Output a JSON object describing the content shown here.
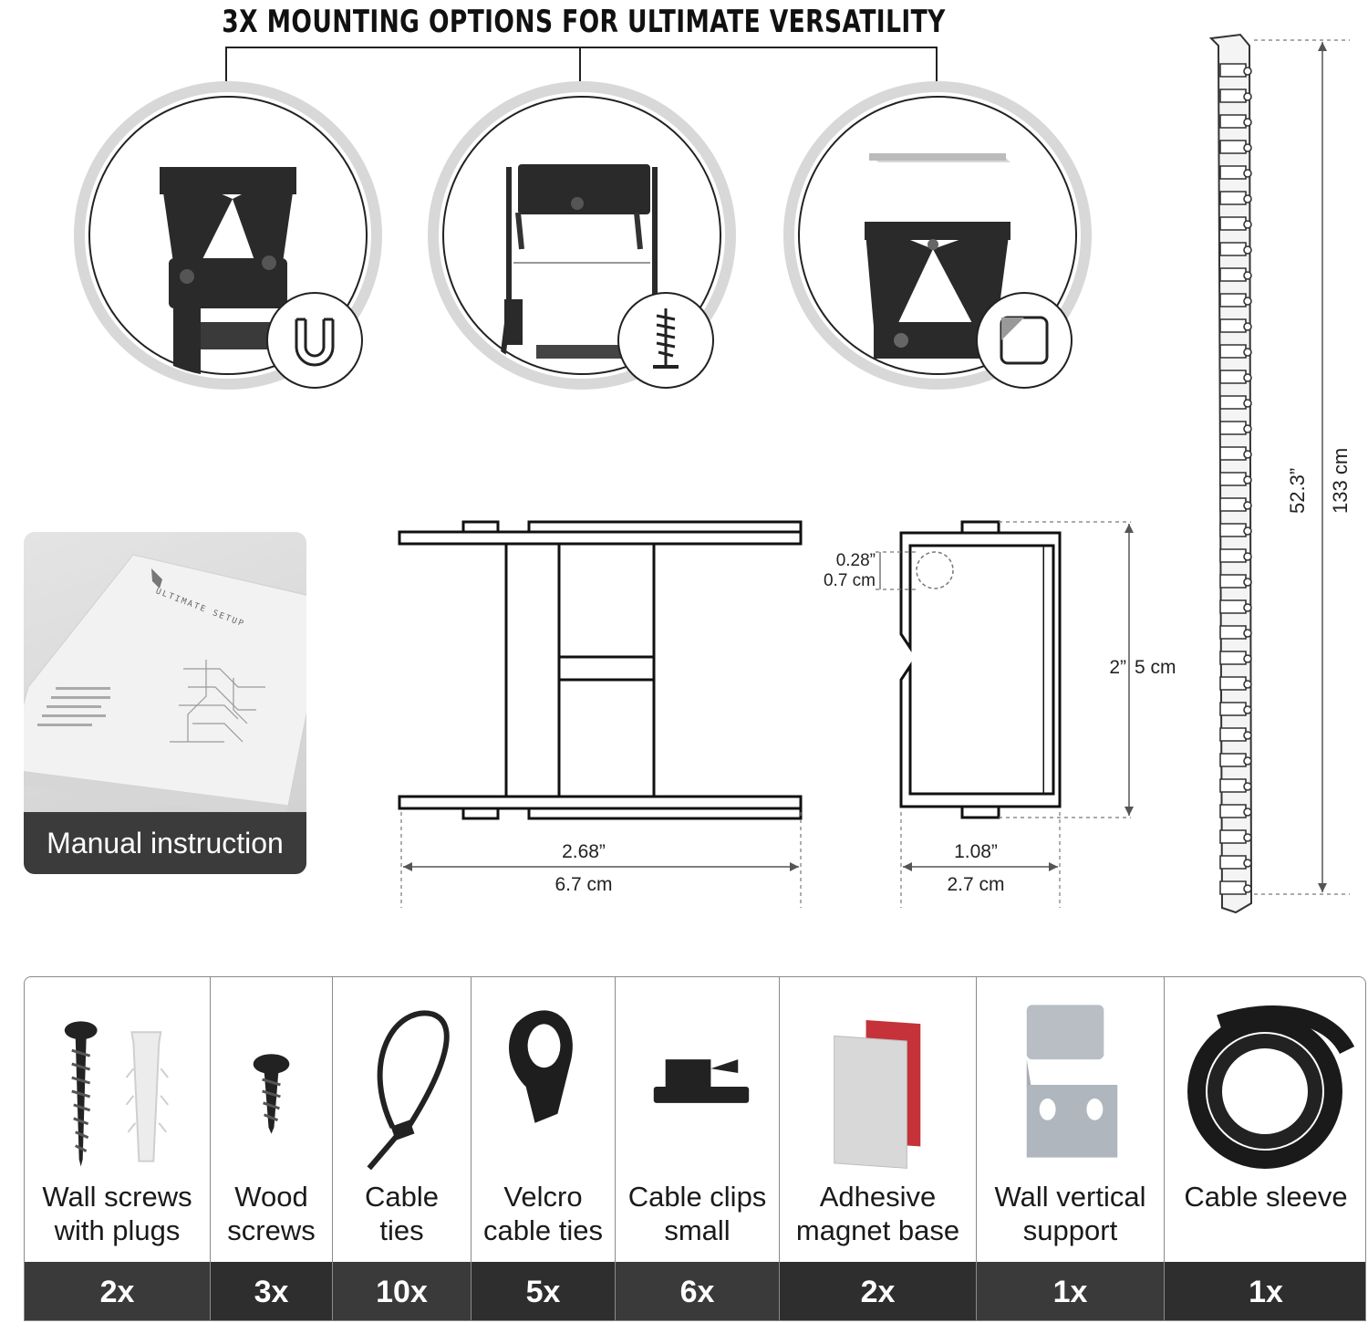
{
  "title": "3X MOUNTING OPTIONS FOR ULTIMATE VERSATILITY",
  "mounting_options": [
    {
      "name": "magnet-mount",
      "icon": "magnet-icon"
    },
    {
      "name": "screw-mount",
      "icon": "screw-icon"
    },
    {
      "name": "adhesive-mount",
      "icon": "adhesive-sticker-icon"
    }
  ],
  "manual": {
    "label": "Manual instruction",
    "brand": "ULTIMATE SETUP"
  },
  "dimensions": {
    "front_width_in": "2.68”",
    "front_width_cm": "6.7 cm",
    "side_width_in": "1.08”",
    "side_width_cm": "2.7 cm",
    "hole_in": "0.28”",
    "hole_cm": "0.7 cm",
    "height_in": "2”",
    "height_cm": "5 cm",
    "total_length_in": "52.3”",
    "total_length_cm": "133 cm"
  },
  "items": [
    {
      "label": "Wall screws\nwith plugs",
      "qty": "2x",
      "icon": "wall-screw-plug-icon"
    },
    {
      "label": "Wood\nscrews",
      "qty": "3x",
      "icon": "wood-screw-icon"
    },
    {
      "label": "Cable\nties",
      "qty": "10x",
      "icon": "cable-tie-icon"
    },
    {
      "label": "Velcro\ncable ties",
      "qty": "5x",
      "icon": "velcro-tie-icon"
    },
    {
      "label": "Cable clips\nsmall",
      "qty": "6x",
      "icon": "cable-clip-icon"
    },
    {
      "label": "Adhesive\nmagnet base",
      "qty": "2x",
      "icon": "magnet-base-icon"
    },
    {
      "label": "Wall vertical\nsupport",
      "qty": "1x",
      "icon": "wall-support-icon"
    },
    {
      "label": "Cable sleeve",
      "qty": "1x",
      "icon": "cable-sleeve-icon"
    }
  ],
  "colors": {
    "qty_bar": "#3a3a3a",
    "qty_bar_alt": "#2c2c2c",
    "accent": "#111111"
  }
}
